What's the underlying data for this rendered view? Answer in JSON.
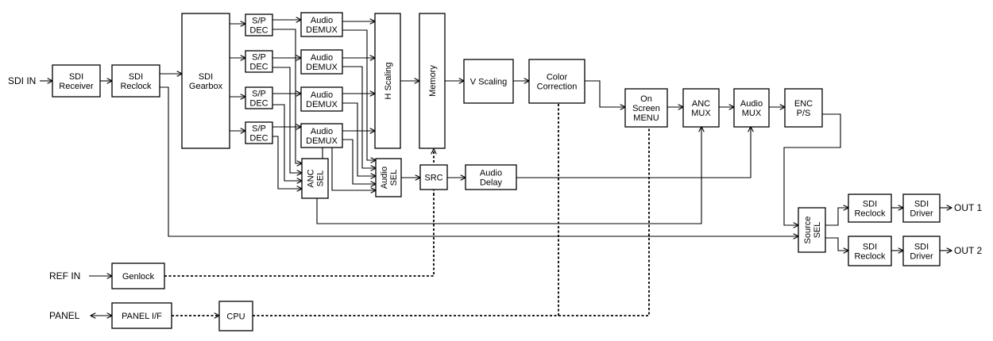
{
  "io": {
    "sdi_in": "SDI IN",
    "ref_in": "REF IN",
    "panel": "PANEL",
    "out1": "OUT 1",
    "out2": "OUT 2"
  },
  "blocks": {
    "sdi_receiver": [
      "SDI",
      "Receiver"
    ],
    "sdi_reclock_in": [
      "SDI",
      "Reclock"
    ],
    "sdi_gearbox": [
      "SDI",
      "Gearbox"
    ],
    "sp_dec_1": [
      "S/P",
      "DEC"
    ],
    "sp_dec_2": [
      "S/P",
      "DEC"
    ],
    "sp_dec_3": [
      "S/P",
      "DEC"
    ],
    "sp_dec_4": [
      "S/P",
      "DEC"
    ],
    "audio_demux_1": [
      "Audio",
      "DEMUX"
    ],
    "audio_demux_2": [
      "Audio",
      "DEMUX"
    ],
    "audio_demux_3": [
      "Audio",
      "DEMUX"
    ],
    "audio_demux_4": [
      "Audio",
      "DEMUX"
    ],
    "h_scaling": [
      "H Scaling"
    ],
    "memory": [
      "Memory"
    ],
    "v_scaling": [
      "V Scaling"
    ],
    "color_correction": [
      "Color",
      "Correction"
    ],
    "on_screen_menu": [
      "On",
      "Screen",
      "MENU"
    ],
    "anc_mux": [
      "ANC",
      "MUX"
    ],
    "audio_mux": [
      "Audio",
      "MUX"
    ],
    "enc_ps": [
      "ENC",
      "P/S"
    ],
    "anc_sel": [
      "ANC",
      "SEL"
    ],
    "audio_sel": [
      "Audio",
      "SEL"
    ],
    "src": [
      "SRC"
    ],
    "audio_delay": [
      "Audio",
      "Delay"
    ],
    "source_sel": [
      "Source",
      "SEL"
    ],
    "sdi_reclock_out1": [
      "SDI",
      "Reclock"
    ],
    "sdi_reclock_out2": [
      "SDI",
      "Reclock"
    ],
    "sdi_driver_1": [
      "SDI",
      "Driver"
    ],
    "sdi_driver_2": [
      "SDI",
      "Driver"
    ],
    "genlock": [
      "Genlock"
    ],
    "panel_if": [
      "PANEL I/F"
    ],
    "cpu": [
      "CPU"
    ]
  }
}
